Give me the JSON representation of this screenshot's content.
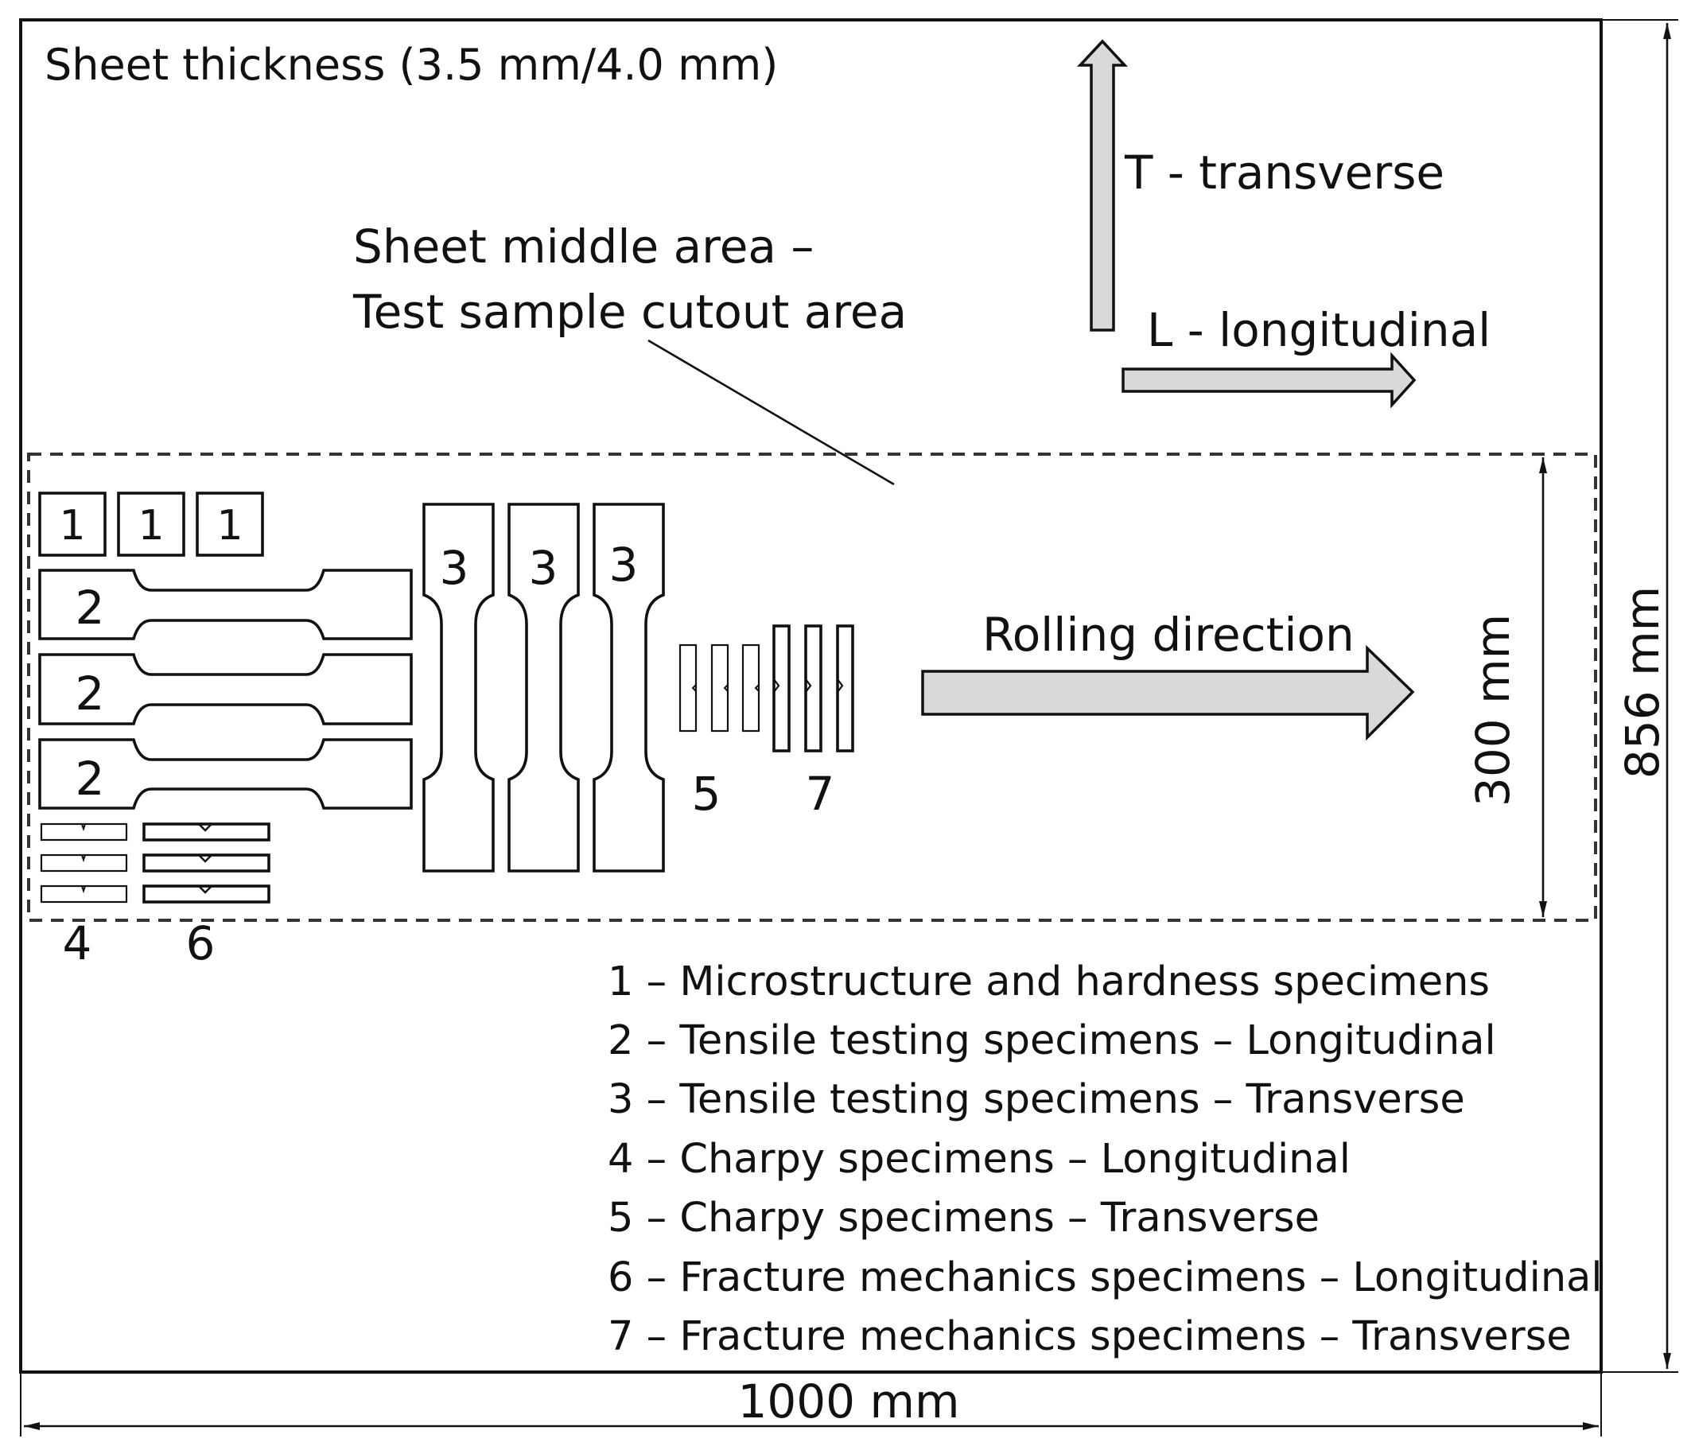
{
  "sheet": {
    "thickness_label": "Sheet  thickness (3.5 mm/4.0 mm)",
    "middle_area_line1": "Sheet middle area –",
    "middle_area_line2": "Test sample cutout area"
  },
  "directions": {
    "transverse_label": "T - transverse",
    "longitudinal_label": "L - longitudinal",
    "rolling_label": "Rolling direction"
  },
  "dimensions": {
    "width": "1000 mm",
    "height": "856 mm",
    "middle_height": "300 mm"
  },
  "specimen_labels": {
    "s1": "1",
    "s2": "2",
    "s3": "3",
    "s4": "4",
    "s5": "5",
    "s6": "6",
    "s7": "7"
  },
  "legend": [
    "1 – Microstructure and hardness specimens",
    "2 – Tensile testing specimens – Longitudinal",
    "3 – Tensile testing specimens – Transverse",
    "4 – Charpy specimens – Longitudinal",
    "5 – Charpy specimens – Transverse",
    "6 – Fracture mechanics specimens – Longitudinal",
    "7 – Fracture mechanics specimens – Transverse"
  ]
}
